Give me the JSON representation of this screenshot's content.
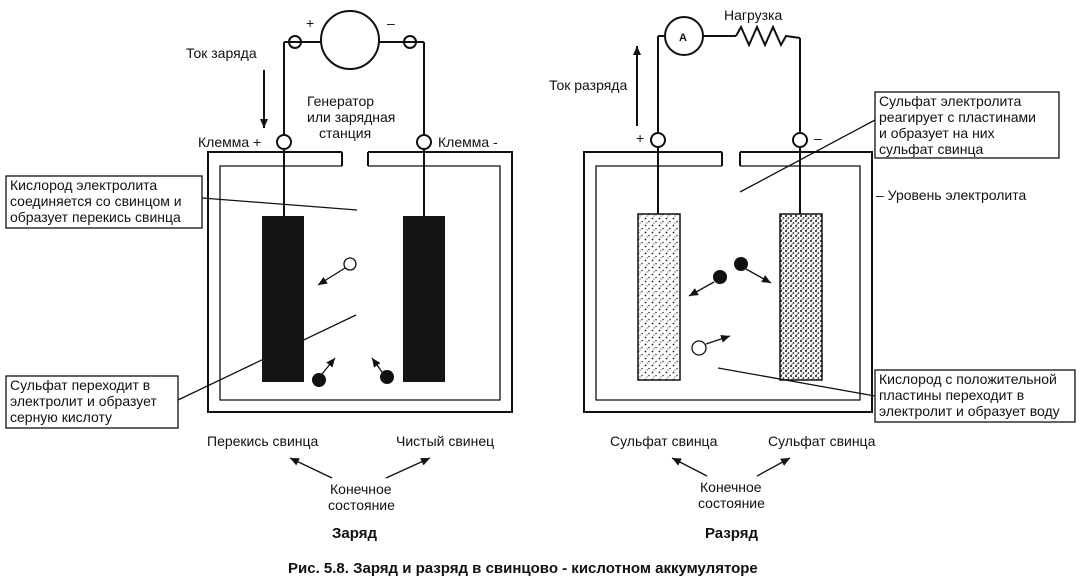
{
  "charge": {
    "polarity_plus": "+",
    "polarity_minus": "–",
    "current_label": "Ток заряда",
    "generator_label": [
      "Генератор",
      "или зарядная",
      "станция"
    ],
    "terminal_plus": "Клемма +",
    "terminal_minus": "Клемма -",
    "callout_top": [
      "Кислород электролита",
      "соединяется со свинцом и",
      "образует перекись свинца"
    ],
    "callout_bottom": [
      "Сульфат переходит в",
      "электролит и образует",
      "серную кислоту"
    ],
    "plate_left_label": "Перекись свинца",
    "plate_right_label": "Чистый свинец",
    "final_state": [
      "Конечное",
      "состояние"
    ],
    "caption": "Заряд"
  },
  "discharge": {
    "ammeter_symbol": "A",
    "load_label": "Нагрузка",
    "current_label": "Ток разряда",
    "terminal_plus": "+",
    "terminal_minus": "–",
    "callout_top": [
      "Сульфат электролита",
      "реагирует с пластинами",
      "и образует на них",
      "сульфат свинца"
    ],
    "level_label": "– Уровень электролита",
    "callout_bottom": [
      "Кислород с положительной",
      "пластины переходит в",
      "электролит и образует воду"
    ],
    "plate_left_label": "Сульфат свинца",
    "plate_right_label": "Сульфат свинца",
    "final_state": [
      "Конечное",
      "состояние"
    ],
    "caption": "Разряд"
  },
  "figure_title": "Рис. 5.8. Заряд и разряд в свинцово - кислотном аккумуляторе"
}
